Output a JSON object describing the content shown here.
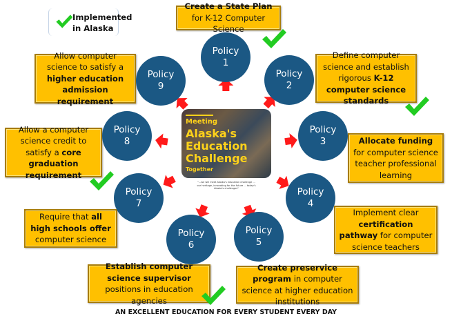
{
  "legend": {
    "label_line1": "Implemented",
    "label_line2": "in Alaska",
    "icon": "check-icon"
  },
  "center_image": {
    "subtitle_top": "Meeting",
    "title_lines": [
      "Alaska's",
      "Education",
      "Challenge"
    ],
    "subtitle_bottom": "Together",
    "caption": "\"...we will meet Alaska's education challenge ... our heritage, innovating for the future ... today's Alaska's challenges\""
  },
  "policies": [
    {
      "label": "Policy",
      "number": "1",
      "implemented": true,
      "text": [
        {
          "t": "Create a State Plan",
          "b": true
        },
        {
          "t": " for K-12 Computer Science",
          "b": false
        }
      ]
    },
    {
      "label": "Policy",
      "number": "2",
      "implemented": true,
      "text": [
        {
          "t": "Define computer science and establish rigorous ",
          "b": false
        },
        {
          "t": "K-12 computer science standards",
          "b": true
        }
      ]
    },
    {
      "label": "Policy",
      "number": "3",
      "implemented": false,
      "text": [
        {
          "t": "Allocate funding",
          "b": true
        },
        {
          "t": " for computer science teacher professional learning",
          "b": false
        }
      ]
    },
    {
      "label": "Policy",
      "number": "4",
      "implemented": false,
      "text": [
        {
          "t": "Implement clear ",
          "b": false
        },
        {
          "t": "certification pathway",
          "b": true
        },
        {
          "t": " for computer science teachers",
          "b": false
        }
      ]
    },
    {
      "label": "Policy",
      "number": "5",
      "implemented": false,
      "text": [
        {
          "t": "Create preservice program",
          "b": true
        },
        {
          "t": " in computer science at higher education institutions",
          "b": false
        }
      ]
    },
    {
      "label": "Policy",
      "number": "6",
      "implemented": true,
      "text": [
        {
          "t": "Establish computer science supervisor",
          "b": true
        },
        {
          "t": " positions in education agencies",
          "b": false
        }
      ]
    },
    {
      "label": "Policy",
      "number": "7",
      "implemented": false,
      "text": [
        {
          "t": "Require that ",
          "b": false
        },
        {
          "t": "all high schools offer",
          "b": true
        },
        {
          "t": " computer science",
          "b": false
        }
      ]
    },
    {
      "label": "Policy",
      "number": "8",
      "implemented": true,
      "text": [
        {
          "t": "Allow a computer science credit to satisfy a ",
          "b": false
        },
        {
          "t": "core graduation requirement",
          "b": true
        }
      ]
    },
    {
      "label": "Policy",
      "number": "9",
      "implemented": false,
      "text": [
        {
          "t": "Allow computer science to satisfy a ",
          "b": false
        },
        {
          "t": "higher education admission requirement",
          "b": true
        }
      ]
    }
  ],
  "footer": "AN EXCELLENT EDUCATION FOR EVERY STUDENT EVERY DAY",
  "colors": {
    "box_fill": "#ffc000",
    "policy_circle": "#1b5884",
    "arrow": "#ff1a1a",
    "check": "#22cc22",
    "title_yellow": "#ffd21a"
  }
}
